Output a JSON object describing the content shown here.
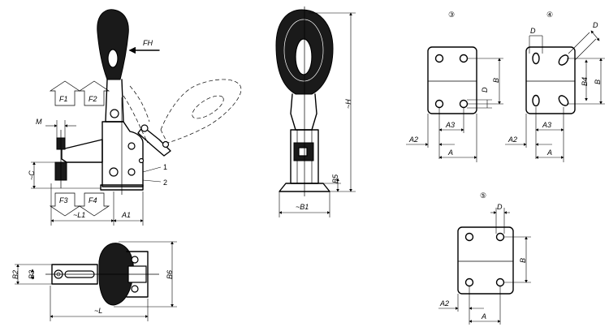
{
  "side_view": {
    "force_labels": {
      "fh": "FH",
      "f1": "F1",
      "f2": "F2",
      "f3": "F3",
      "f4": "F4"
    },
    "dim_labels": {
      "m": "M",
      "c": "~C",
      "l1": "~L1",
      "a1": "A1"
    },
    "callouts": {
      "one": "1",
      "two": "2"
    }
  },
  "front_view": {
    "dim_labels": {
      "h": "~H",
      "b5": "B5",
      "b1": "~B1"
    }
  },
  "top_view": {
    "dim_labels": {
      "b2": "B2",
      "b3": "B3",
      "b6": "B6",
      "l": "~L"
    }
  },
  "base_3": {
    "marker": "③",
    "dim_labels": {
      "b": "B",
      "d": "D",
      "a2": "A2",
      "a3": "A3",
      "a": "A"
    }
  },
  "base_4": {
    "marker": "④",
    "dim_labels": {
      "d": "D",
      "b": "B",
      "b4": "B4",
      "a2": "A2",
      "a3": "A3",
      "a": "A"
    }
  },
  "base_5": {
    "marker": "⑤",
    "dim_labels": {
      "d": "D",
      "b": "B",
      "a2": "A2",
      "a": "A"
    }
  }
}
